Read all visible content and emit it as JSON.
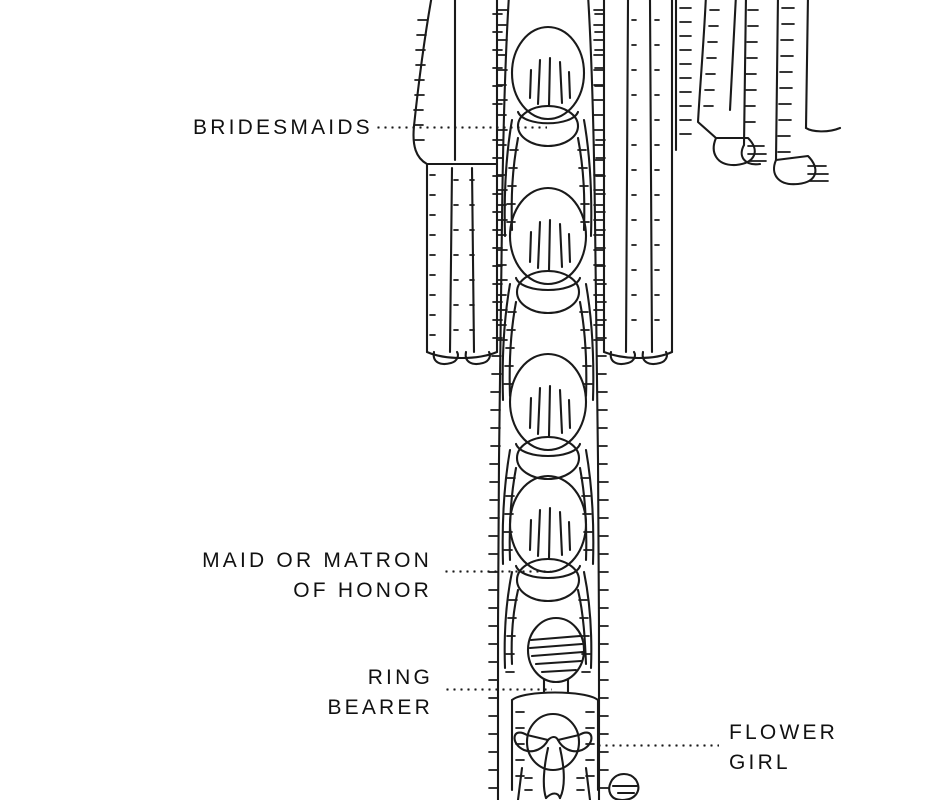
{
  "diagram": {
    "title": "Wedding Processional Order Diagram",
    "style": "black-and-white line illustration",
    "background_color": "#ffffff",
    "ink_color": "#1a1a1a",
    "view": "rear view of wedding party lined up in a center aisle"
  },
  "labels": [
    {
      "id": "bridesmaids",
      "text": "BRIDESMAIDS",
      "lines": [
        "BRIDESMAIDS"
      ],
      "align": "left",
      "leader": "dotted",
      "leader_direction": "right"
    },
    {
      "id": "maid-or-matron-of-honor",
      "text": "MAID OR MATRON OF HONOR",
      "lines": [
        "MAID OR MATRON",
        "OF HONOR"
      ],
      "align": "right",
      "leader": "dotted",
      "leader_direction": "right"
    },
    {
      "id": "ring-bearer",
      "text": "RING BEARER",
      "lines": [
        "RING",
        "BEARER"
      ],
      "align": "right",
      "leader": "dotted",
      "leader_direction": "right"
    },
    {
      "id": "flower-girl",
      "text": "FLOWER GIRL",
      "lines": [
        "FLOWER",
        "GIRL"
      ],
      "align": "left",
      "leader": "dotted",
      "leader_direction": "left"
    }
  ],
  "figures": {
    "center_column": "row of bridesmaids in long gowns holding bouquets, leading down to the ring bearer and flower girl",
    "left_column": "bridesmaid gown at left edge of aisle",
    "right_column": "groomsmen in trousers and shoes at upper right",
    "ring_bearer": "small boy with short hatched hair in a suit",
    "flower_girl": "small girl with a large bow sash and trailing ribbons"
  }
}
